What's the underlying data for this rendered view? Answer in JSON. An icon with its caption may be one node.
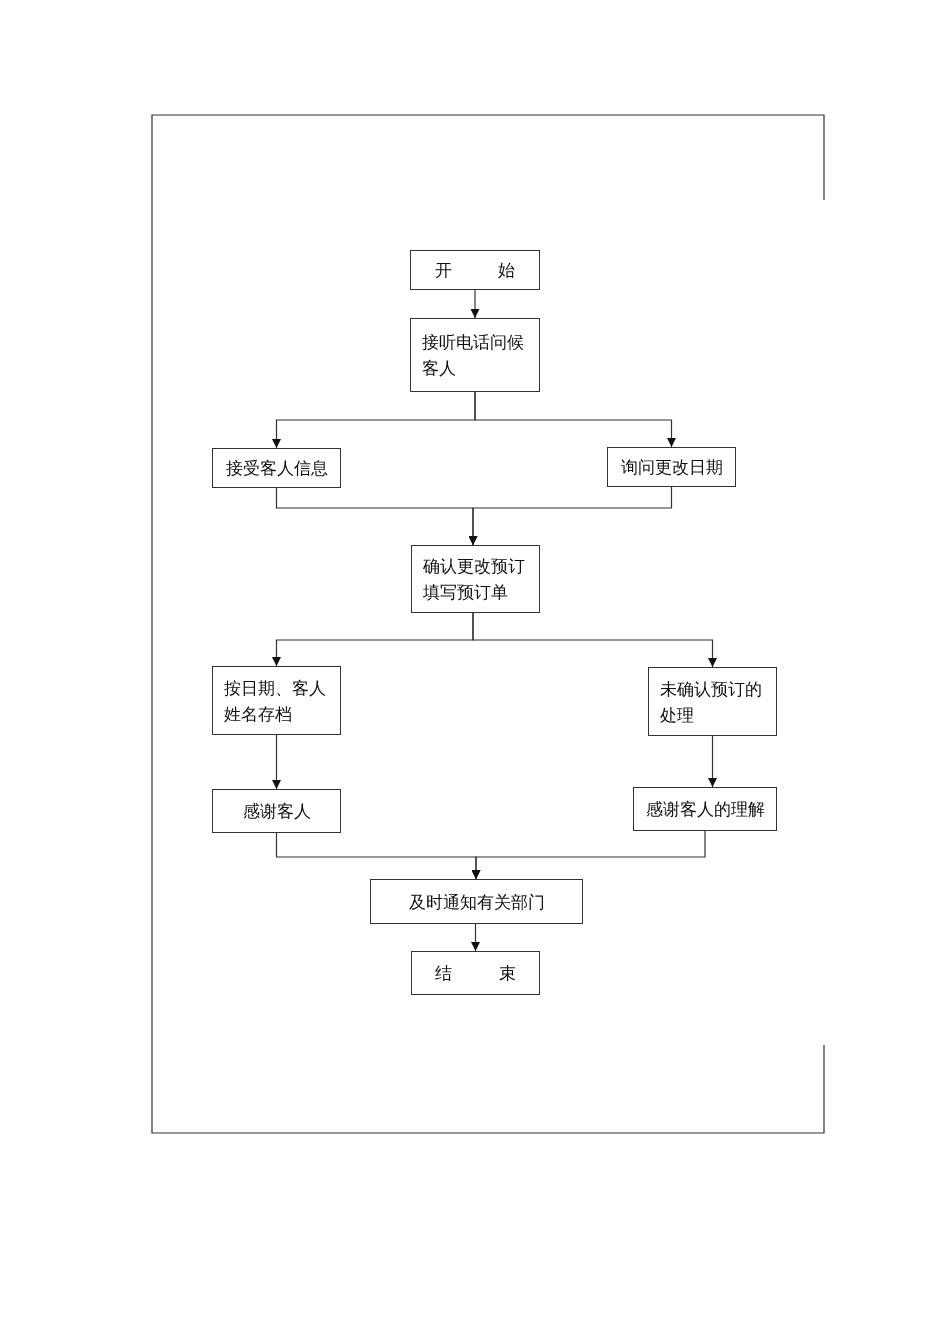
{
  "diagram": {
    "nodes": [
      {
        "text": [
          "开 始"
        ]
      },
      {
        "text": [
          "接听电话问候客人"
        ]
      },
      {
        "text": [
          "接受客人信息"
        ]
      },
      {
        "text": [
          "询问更改日期"
        ]
      },
      {
        "text": [
          "确认更改预订填写预订单"
        ]
      },
      {
        "text": [
          "按日期、客人姓名存档"
        ]
      },
      {
        "text": [
          "未确认预订的处理"
        ]
      },
      {
        "text": [
          "感谢客人"
        ]
      },
      {
        "text": [
          "感谢客人的理解"
        ]
      },
      {
        "text": [
          "及时通知有关部门"
        ]
      },
      {
        "text": [
          "结 束"
        ]
      }
    ],
    "edges": [
      {
        "from": 0,
        "to": 1,
        "arrow": "to"
      },
      {
        "from": 1,
        "to": 2,
        "arrow": "to"
      },
      {
        "from": 1,
        "to": 3,
        "arrow": "to"
      },
      {
        "from": 2,
        "to": 4,
        "arrow": "to"
      },
      {
        "from": 3,
        "to": 4,
        "arrow": "to"
      },
      {
        "from": 4,
        "to": 5,
        "arrow": "to"
      },
      {
        "from": 4,
        "to": 6,
        "arrow": "to"
      },
      {
        "from": 5,
        "to": 7,
        "arrow": "to"
      },
      {
        "from": 6,
        "to": 8,
        "arrow": "to"
      },
      {
        "from": 7,
        "to": 9,
        "arrow": "to"
      },
      {
        "from": 8,
        "to": 9,
        "arrow": "to"
      },
      {
        "from": 9,
        "to": 10,
        "arrow": "to"
      }
    ]
  }
}
